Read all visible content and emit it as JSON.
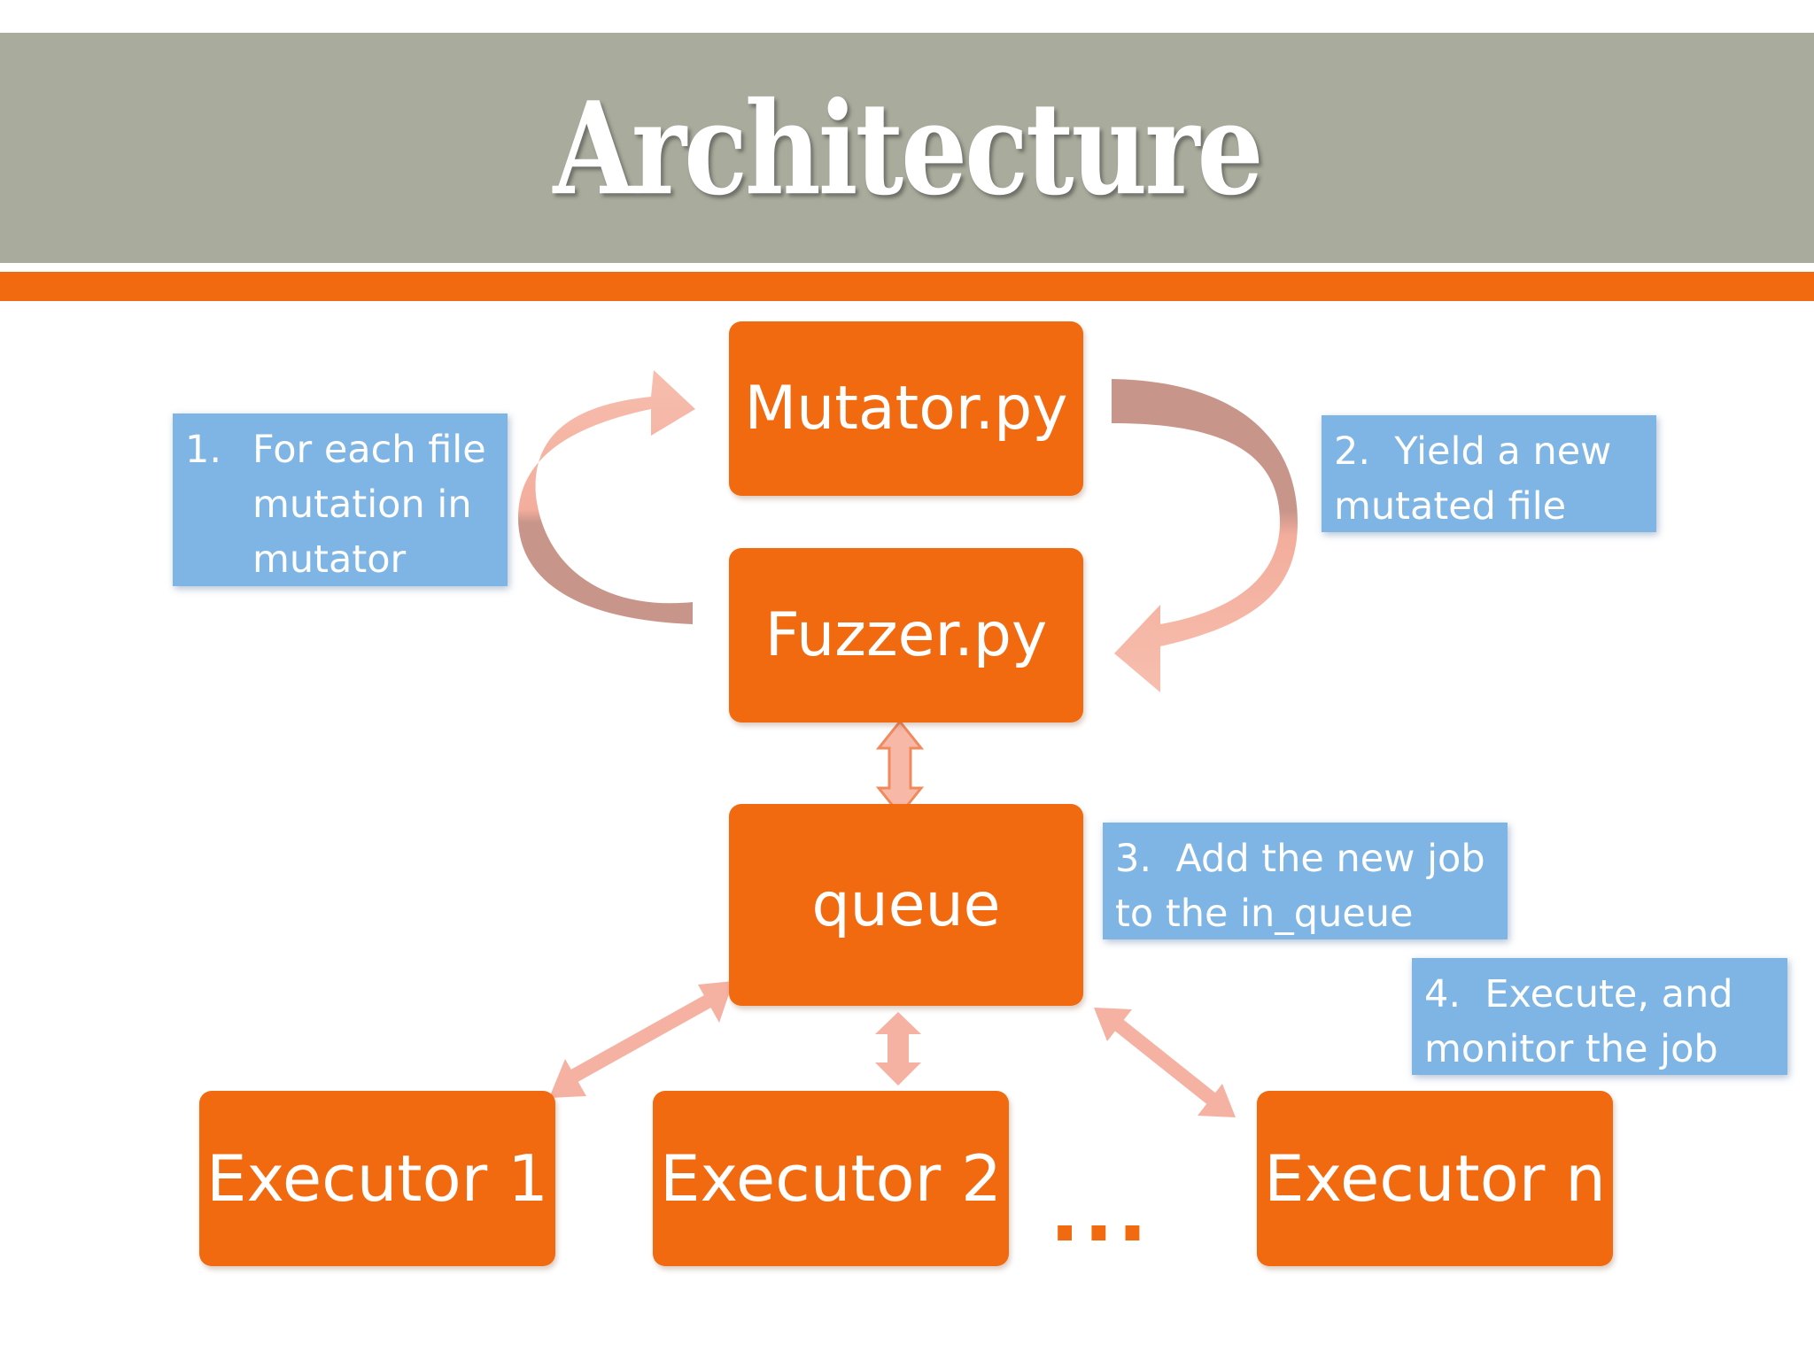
{
  "slide": {
    "title": "Architecture"
  },
  "colors": {
    "header_band": "#a9ac9c",
    "accent": "#f26a10",
    "note": "#7fb5e4",
    "arrow_light": "#f5b5a6",
    "arrow_dark": "#c8958a"
  },
  "boxes": {
    "mutator": "Mutator.py",
    "fuzzer": "Fuzzer.py",
    "queue": "queue",
    "executor_1": "Executor 1",
    "executor_2": "Executor 2",
    "executor_n": "Executor n",
    "ellipsis": "..."
  },
  "notes": {
    "step1": {
      "num": "1.",
      "lines": [
        "For each file",
        "mutation in",
        "mutator"
      ]
    },
    "step2": {
      "num": "2.",
      "lines": [
        "Yield a new",
        "mutated file"
      ]
    },
    "step3": {
      "num": "3.",
      "lines": [
        "Add the new job",
        "to the in_queue"
      ]
    },
    "step4": {
      "num": "4.",
      "lines": [
        "Execute, and",
        "monitor the job"
      ]
    }
  }
}
